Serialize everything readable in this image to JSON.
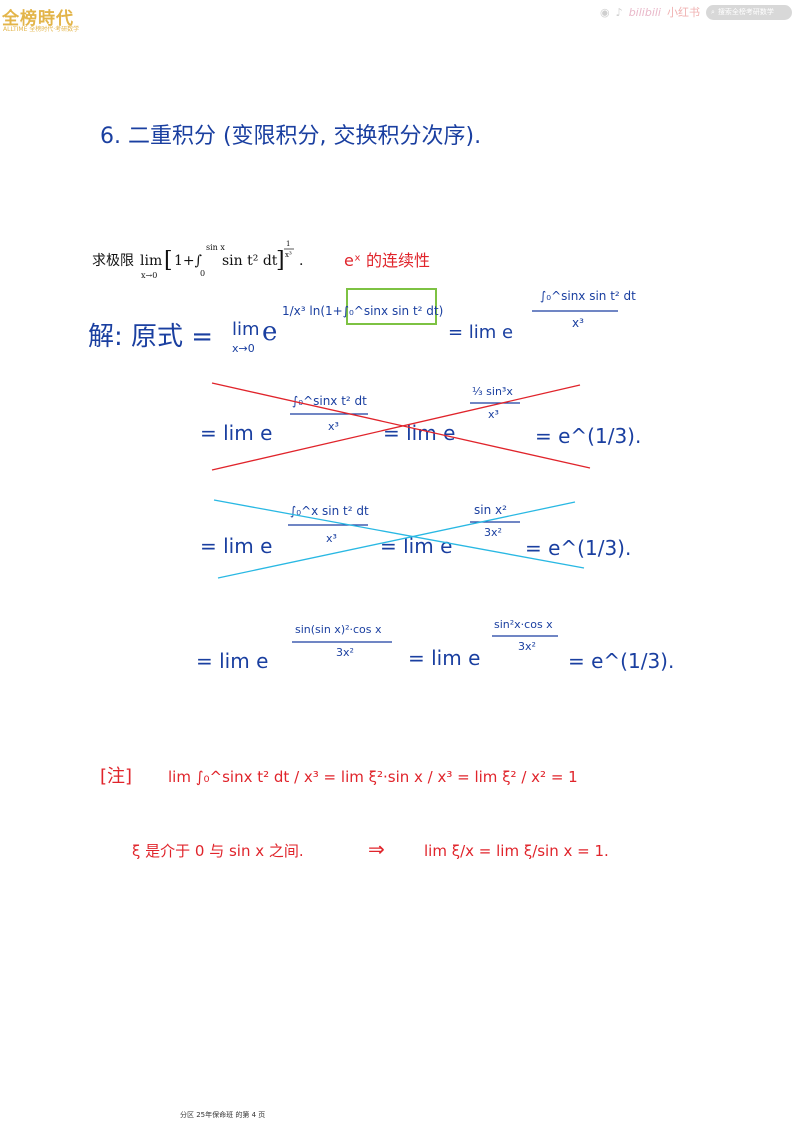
{
  "header": {
    "logo_text": "全榜時代",
    "logo_sub": "ALLTIME 全榜时代·考研数学",
    "icons": [
      "weibo-icon",
      "douyin-icon"
    ],
    "bilibili": "bilibili",
    "xiaohongshu": "小红书",
    "search_placeholder": "搜索全榜考研数学"
  },
  "section_title": "6. 二重积分 (变限积分, 交换积分次序).",
  "problem": {
    "prefix": "求极限",
    "lim": "lim",
    "sub": "x→0",
    "body": "[1+∫",
    "upper": "sin x",
    "lower": "0",
    "integrand": "sin t² dt",
    "exp_num": "1",
    "exp_den": "x³",
    "end": "]",
    "period": "."
  },
  "annotation_continuity": "eˣ 的连续性",
  "solution": {
    "head": "解: 原式 =",
    "line1_lim": "lim",
    "line1_sub": "x→0",
    "line1_exp": "1/x³ ln(1+∫₀^sinx sin t² dt)",
    "line1_eq": "= lim e",
    "line1_frac_num": "∫₀^sinx sin t² dt",
    "line1_frac_den": "x³",
    "wrong1": {
      "left": "= lim e",
      "frac_num": "∫₀^sinx t² dt",
      "frac_den": "x³",
      "mid": "= lim e",
      "mid_num": "⅓ sin³x",
      "mid_den": "x³",
      "result": "= e^(1/3)."
    },
    "wrong2": {
      "left": "= lim e",
      "frac_num": "∫₀^x sin t² dt",
      "frac_den": "x³",
      "mid": "= lim e",
      "mid_num": "sin x²",
      "mid_den": "3x²",
      "result": "= e^(1/3)."
    },
    "correct": {
      "left": "= lim e",
      "frac_num": "sin(sin x)²·cos x",
      "frac_den": "3x²",
      "mid": "= lim e",
      "mid_num": "sin²x·cos x",
      "mid_den": "3x²",
      "result": "= e^(1/3)."
    }
  },
  "note": {
    "label": "[注]",
    "line1": "lim ∫₀^sinx t² dt / x³ = lim ξ²·sin x / x³ = lim ξ² / x² = 1",
    "line2_text": "ξ 是介于 0 与 sin x 之间.",
    "line2_implies": "⇒",
    "line2_math": "lim ξ/x = lim ξ/sin x = 1."
  },
  "footer": "分区 25年保命班 的第 4 页",
  "colors": {
    "blue_ink": "#1a3fa0",
    "red_ink": "#e0242b",
    "cyan_line": "#29b8e3",
    "red_line": "#e0242b",
    "green_box": "#7dc243",
    "logo_gold": "#e3b54a"
  }
}
